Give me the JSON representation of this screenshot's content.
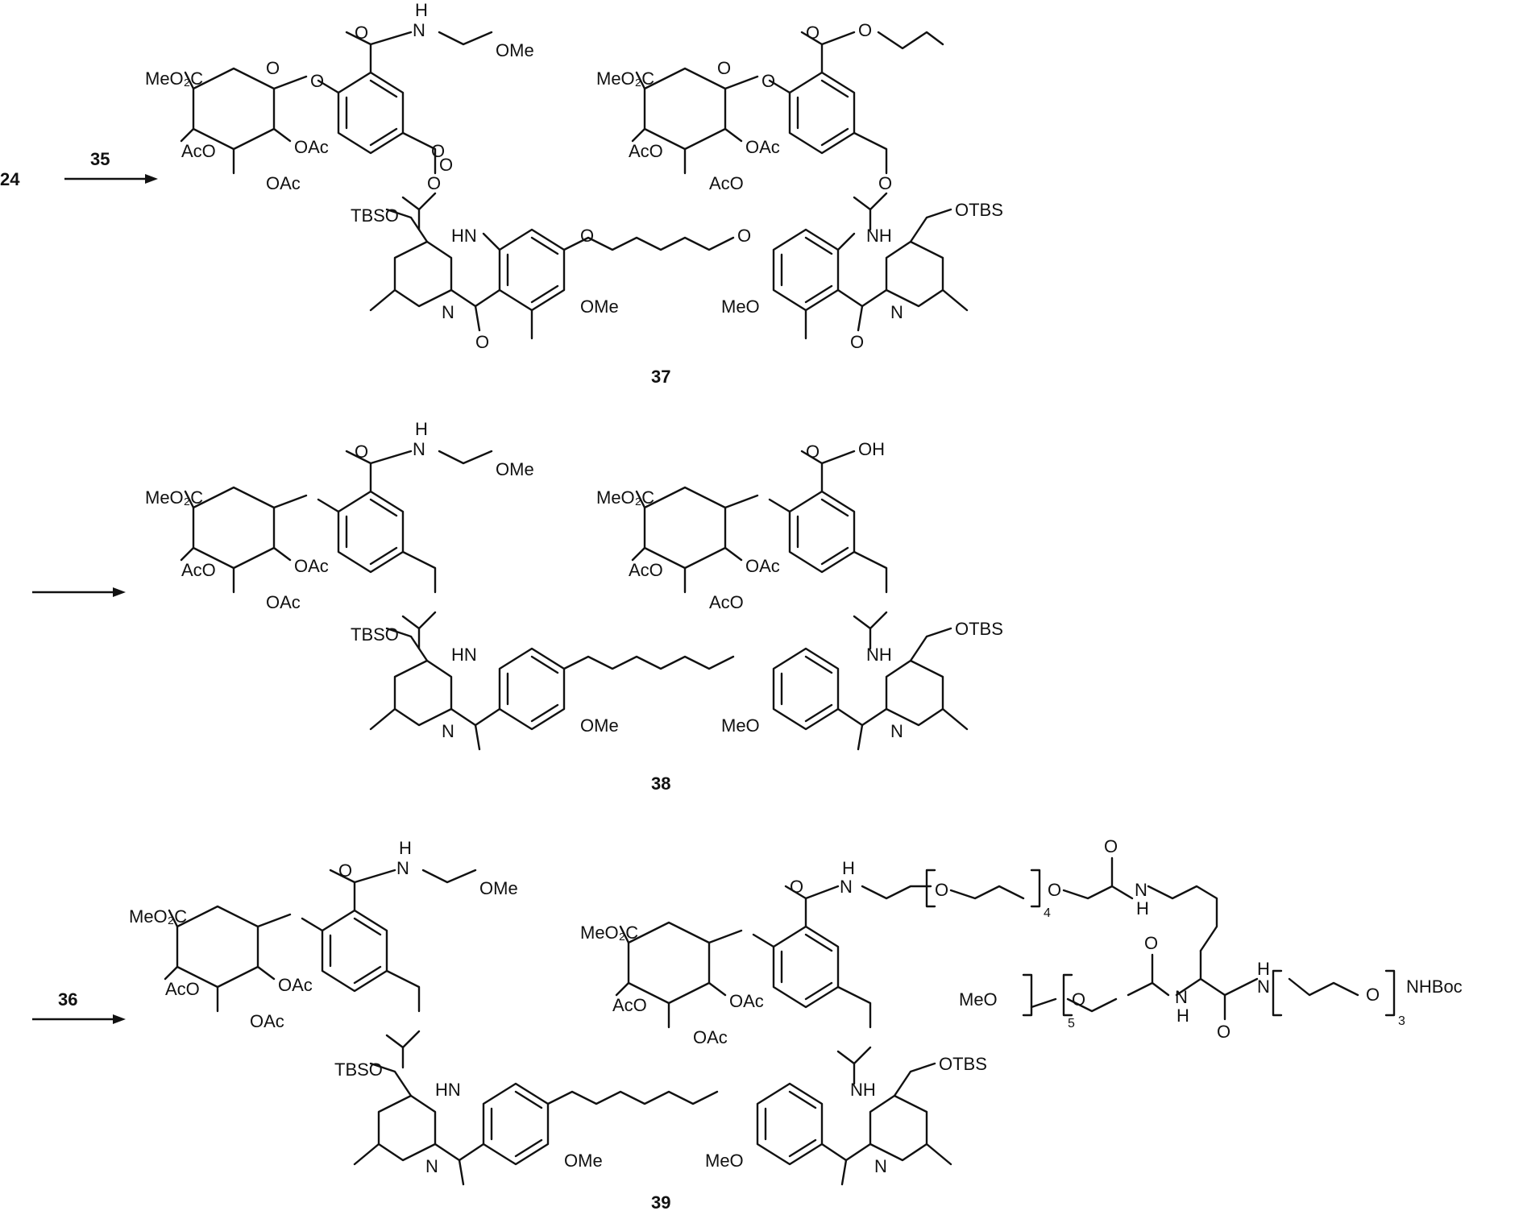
{
  "scheme": {
    "starting_material": "24",
    "steps": [
      {
        "reagent": "35",
        "product": "37"
      },
      {
        "reagent": "",
        "product": "38"
      },
      {
        "reagent": "36",
        "product": "39"
      }
    ]
  },
  "labels": {
    "MeO2C": "MeO₂C",
    "AcO": "AcO",
    "OAc": "OAc",
    "O": "O",
    "OH": "OH",
    "H": "H",
    "N": "N",
    "NH": "NH",
    "HN": "HN",
    "OMe": "OMe",
    "MeO": "MeO",
    "TBSO": "TBSO",
    "OTBS": "OTBS",
    "NHBoc": "NHBoc",
    "sub4": "4",
    "sub5": "5",
    "sub3": "3"
  }
}
